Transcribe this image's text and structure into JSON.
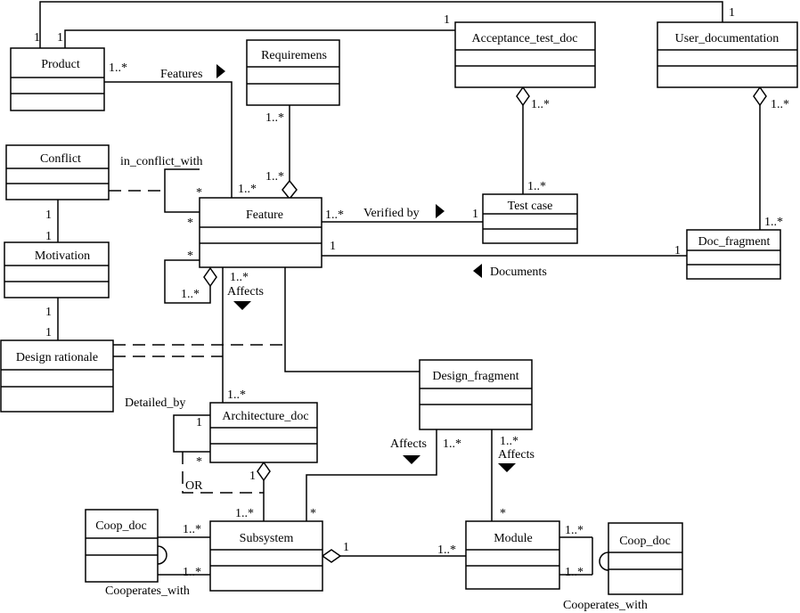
{
  "classes": {
    "product": "Product",
    "requirements": "Requiremens",
    "acceptance_test_doc": "Acceptance_test_doc",
    "user_documentation": "User_documentation",
    "conflict": "Conflict",
    "feature": "Feature",
    "test_case": "Test case",
    "motivation": "Motivation",
    "doc_fragment": "Doc_fragment",
    "design_rationale": "Design rationale",
    "design_fragment": "Design_fragment",
    "architecture_doc": "Architecture_doc",
    "coop_doc_left": "Coop_doc",
    "subsystem": "Subsystem",
    "module": "Module",
    "coop_doc_right": "Coop_doc"
  },
  "labels": {
    "features": "Features",
    "in_conflict_with": "in_conflict_with",
    "verified_by": "Verified by",
    "documents": "Documents",
    "affects_feature": "Affects",
    "detailed_by": "Detailed_by",
    "or": "OR",
    "affects_arch": "Affects",
    "affects_module": "Affects",
    "cooperates_with_left": "Cooperates_with",
    "cooperates_with_right": "Cooperates_with"
  },
  "multiplicities": {
    "product_top_outer": "1",
    "product_top_inner": "1",
    "acceptance_top": "1",
    "user_doc_top": "1",
    "product_features": "1..*",
    "req_bottom": "1..*",
    "feature_req": "1..*",
    "feature_top": "1..*",
    "conflict_star1": "*",
    "conflict_star2": "*",
    "acceptance_test": "1..*",
    "test_case_top": "1..*",
    "feature_verified": "1..*",
    "test_case_left": "1",
    "user_doc_frag": "1..*",
    "doc_frag_top": "1..*",
    "feature_documents": "1",
    "doc_frag_left": "1",
    "conflict_motivation": "1",
    "motivation_top": "1",
    "motivation_bottom": "1",
    "rationale_top": "1",
    "feature_self_star": "*",
    "feature_self_agg": "1..*",
    "feature_affects": "1..*",
    "arch_top": "1..*",
    "arch_self_1": "1",
    "arch_self_star": "*",
    "arch_agg": "1",
    "subsystem_top": "1..*",
    "subsystem_star": "*",
    "design_frag_affects": "1..*",
    "design_frag_module": "1..*",
    "module_star": "*",
    "coop_left_1": "1..*",
    "coop_left_2": "1..*",
    "subsystem_module_1": "1",
    "module_left": "1..*",
    "coop_right_1": "1..*",
    "coop_right_2": "1..*"
  }
}
